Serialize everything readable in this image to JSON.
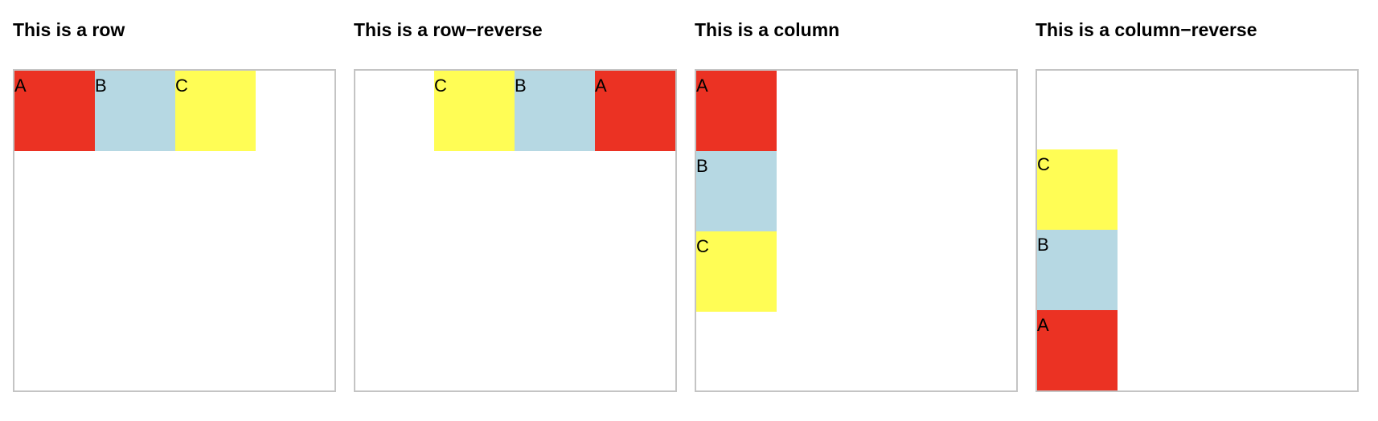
{
  "panels": [
    {
      "title": "This is a row",
      "direction": "row",
      "items": [
        {
          "label": "A",
          "color": "#eb3223"
        },
        {
          "label": "B",
          "color": "#b6d8e3"
        },
        {
          "label": "C",
          "color": "#fffd55"
        }
      ]
    },
    {
      "title": "This is a row−reverse",
      "direction": "row-reverse",
      "items": [
        {
          "label": "A",
          "color": "#eb3223"
        },
        {
          "label": "B",
          "color": "#b6d8e3"
        },
        {
          "label": "C",
          "color": "#fffd55"
        }
      ]
    },
    {
      "title": "This is a column",
      "direction": "column",
      "items": [
        {
          "label": "A",
          "color": "#eb3223"
        },
        {
          "label": "B",
          "color": "#b6d8e3"
        },
        {
          "label": "C",
          "color": "#fffd55"
        }
      ]
    },
    {
      "title": "This is a column−reverse",
      "direction": "column-reverse",
      "items": [
        {
          "label": "A",
          "color": "#eb3223"
        },
        {
          "label": "B",
          "color": "#b6d8e3"
        },
        {
          "label": "C",
          "color": "#fffd55"
        }
      ]
    }
  ],
  "colors": {
    "border": "#c4c4c4",
    "item_a": "#eb3223",
    "item_b": "#b6d8e3",
    "item_c": "#fffd55"
  }
}
